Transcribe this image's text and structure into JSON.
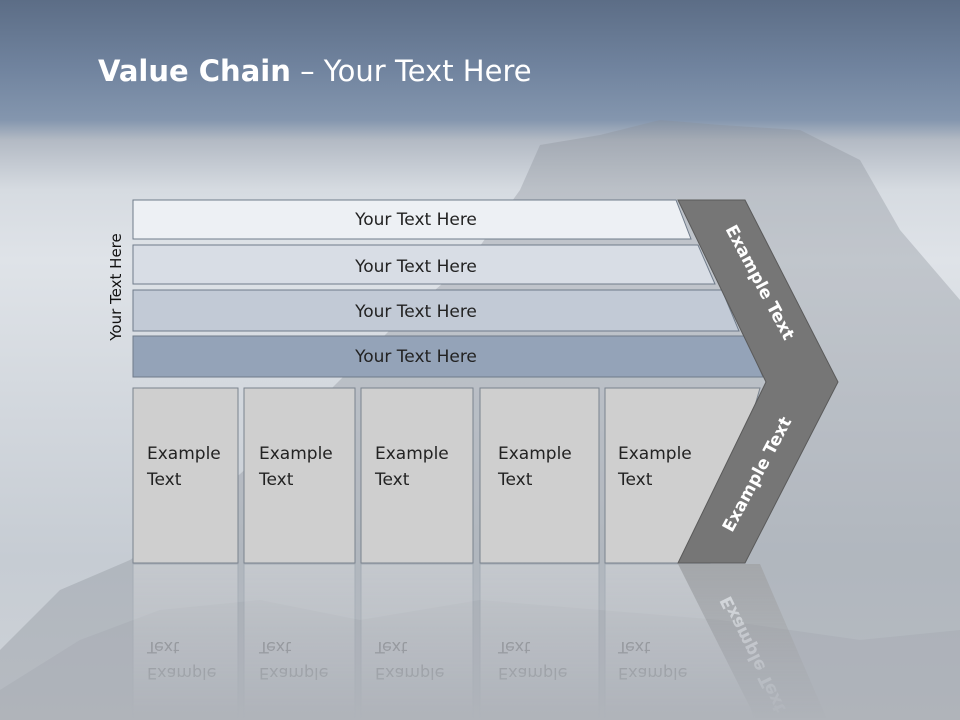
{
  "slide": {
    "title_bold": "Value Chain",
    "title_rest": " – Your Text Here",
    "side_label": "Your Text Here"
  },
  "bars": [
    {
      "label": "Your Text Here",
      "fill": "#edf0f4"
    },
    {
      "label": "Your Text Here",
      "fill": "#d8dde5"
    },
    {
      "label": "Your Text Here",
      "fill": "#c2cad6"
    },
    {
      "label": "Your Text Here",
      "fill": "#94a3b8"
    }
  ],
  "boxes": [
    {
      "line1": "Example",
      "line2": "Text"
    },
    {
      "line1": "Example",
      "line2": "Text"
    },
    {
      "line1": "Example",
      "line2": "Text"
    },
    {
      "line1": "Example",
      "line2": "Text"
    },
    {
      "line1": "Example",
      "line2": "Text"
    }
  ],
  "chevron": {
    "top_label": "Example Text",
    "bottom_label": "Example Text",
    "fill": "#767676"
  },
  "colors": {
    "box_fill": "#cfcfcf",
    "border": "#6f7b8a"
  }
}
